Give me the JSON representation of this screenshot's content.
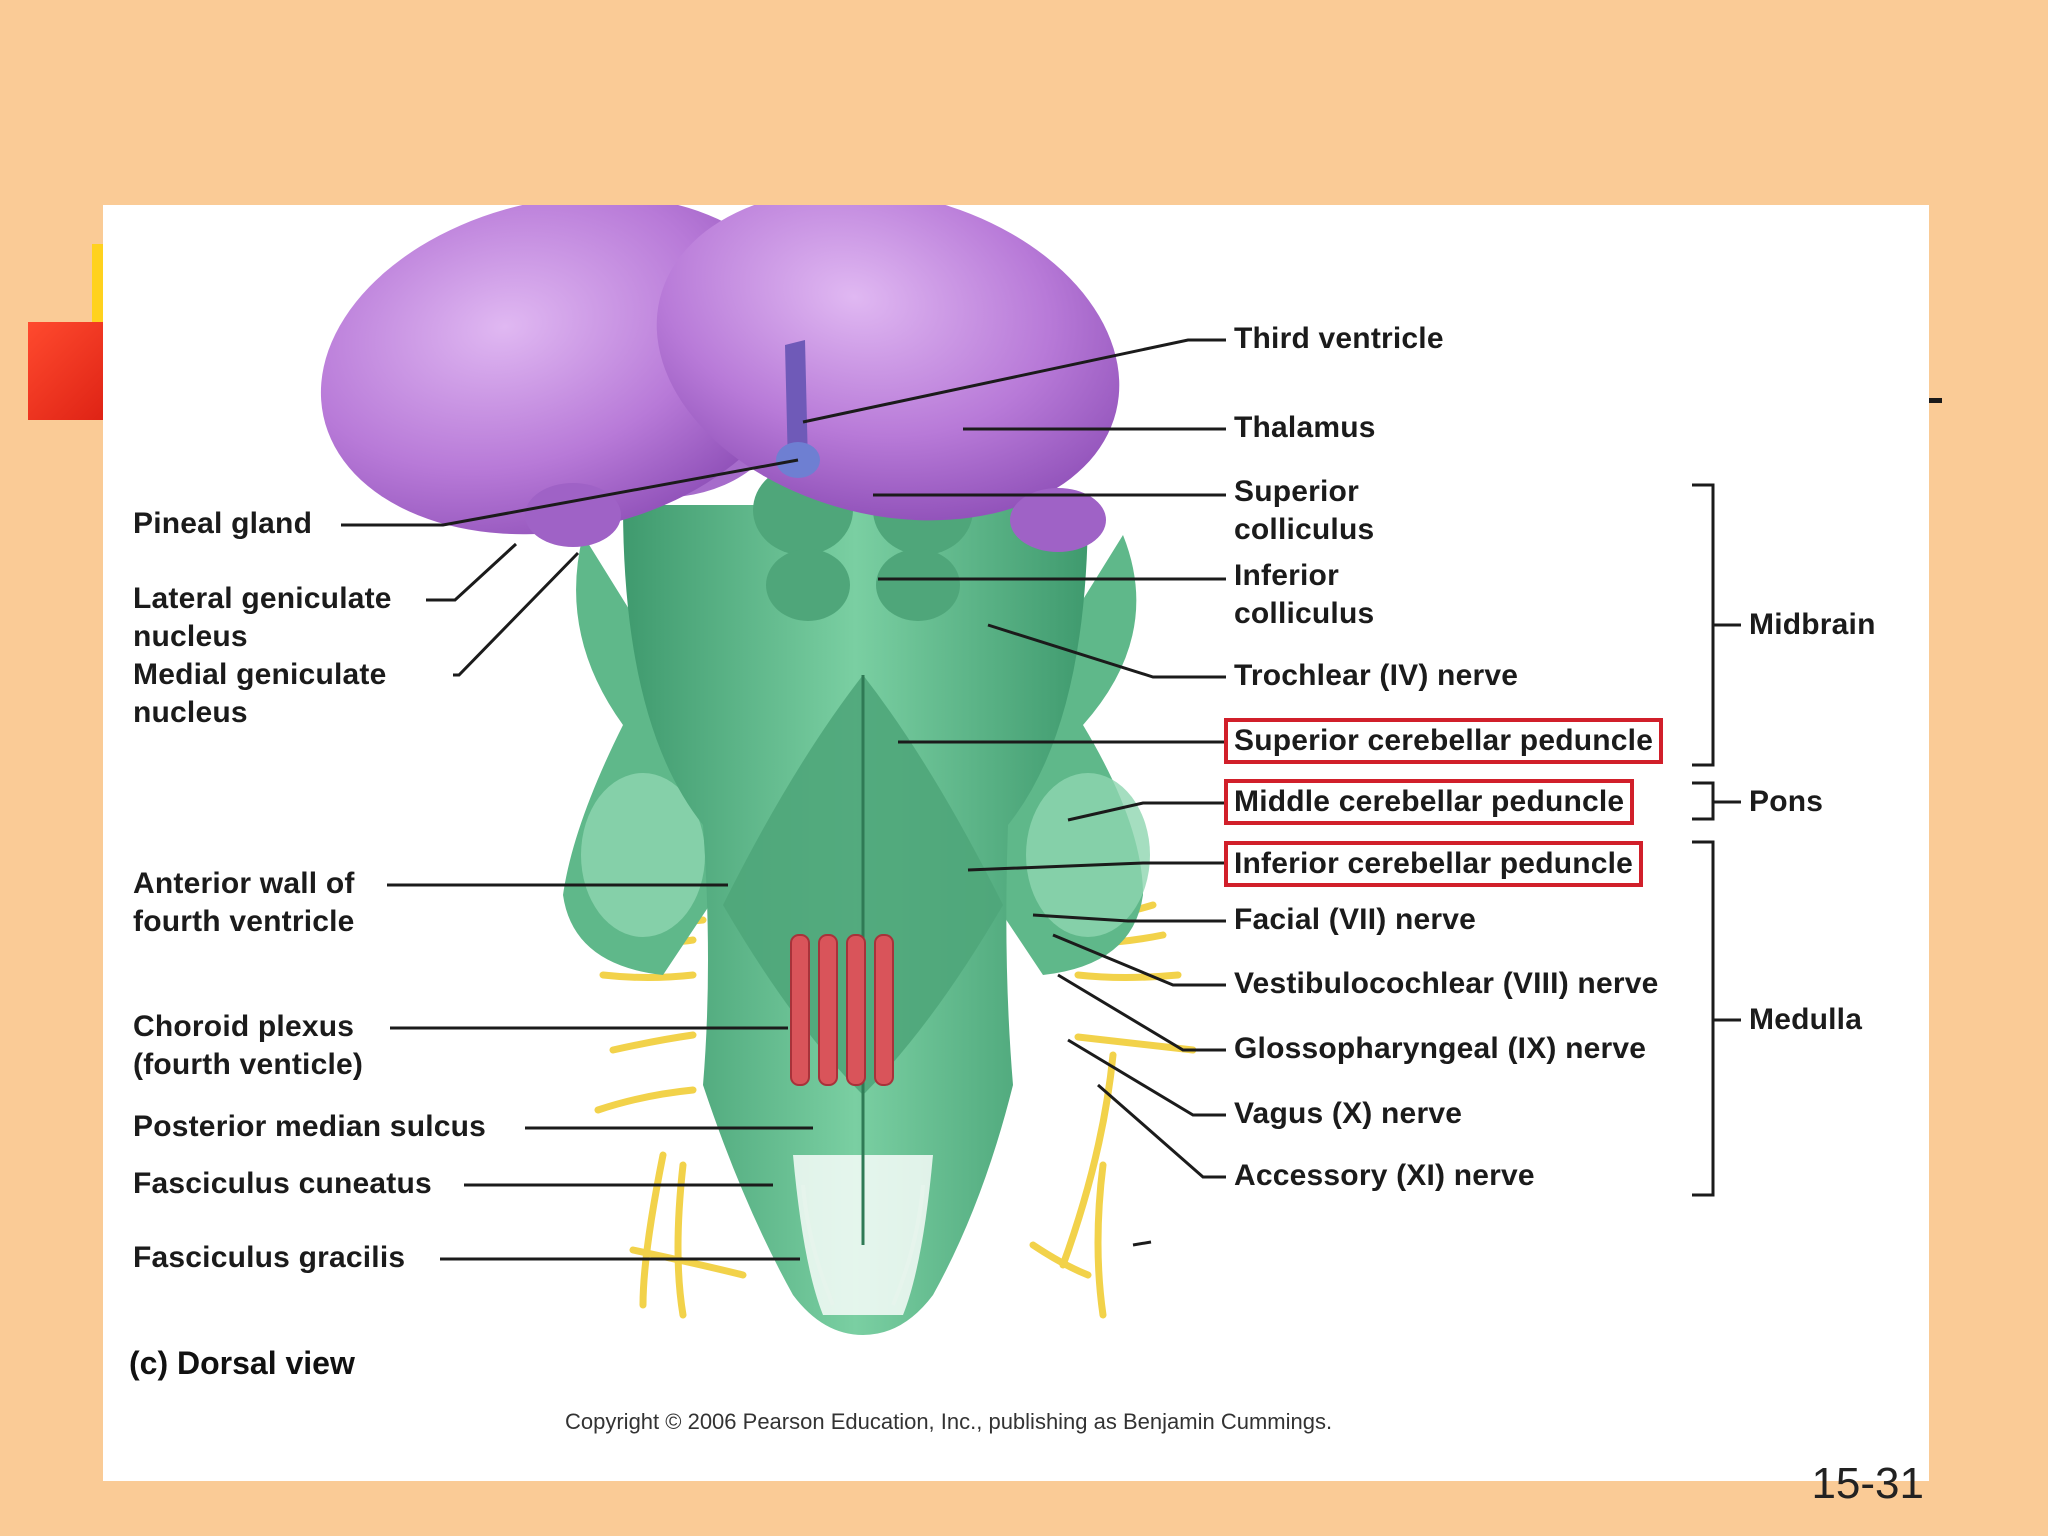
{
  "slide": {
    "number": "15-31"
  },
  "figure": {
    "view_title": "(c) Dorsal view",
    "copyright": "Copyright © 2006 Pearson Education, Inc., publishing as Benjamin Cummings.",
    "labels": {
      "pineal_gland": "Pineal gland",
      "lateral_geniculate": "Lateral geniculate\nnucleus",
      "medial_geniculate": "Medial geniculate\nnucleus",
      "anterior_wall": "Anterior wall of\nfourth ventricle",
      "choroid_plexus": "Choroid plexus\n(fourth venticle)",
      "posterior_median_sulcus": "Posterior median sulcus",
      "fasciculus_cuneatus": "Fasciculus cuneatus",
      "fasciculus_gracilis": "Fasciculus gracilis",
      "third_ventricle": "Third ventricle",
      "thalamus": "Thalamus",
      "superior_colliculus": "Superior\ncolliculus",
      "inferior_colliculus": "Inferior\ncolliculus",
      "trochlear_nerve": "Trochlear (IV) nerve",
      "superior_cerebellar_peduncle": "Superior cerebellar peduncle",
      "middle_cerebellar_peduncle": "Middle cerebellar peduncle",
      "inferior_cerebellar_peduncle": "Inferior cerebellar peduncle",
      "facial_nerve": "Facial (VII) nerve",
      "vestibulocochlear_nerve": "Vestibulocochlear (VIII) nerve",
      "glossopharyngeal_nerve": "Glossopharyngeal (IX) nerve",
      "vagus_nerve": "Vagus (X) nerve",
      "accessory_nerve": "Accessory (XI) nerve"
    },
    "regions": {
      "midbrain": "Midbrain",
      "pons": "Pons",
      "medulla": "Medulla"
    },
    "colors": {
      "thalamus": "#B87AD8",
      "brainstem": "#5FB88A",
      "nerves": "#F2D24A",
      "choroid_plexus": "#D9545A",
      "highlight_box": "#D11F2A"
    }
  }
}
